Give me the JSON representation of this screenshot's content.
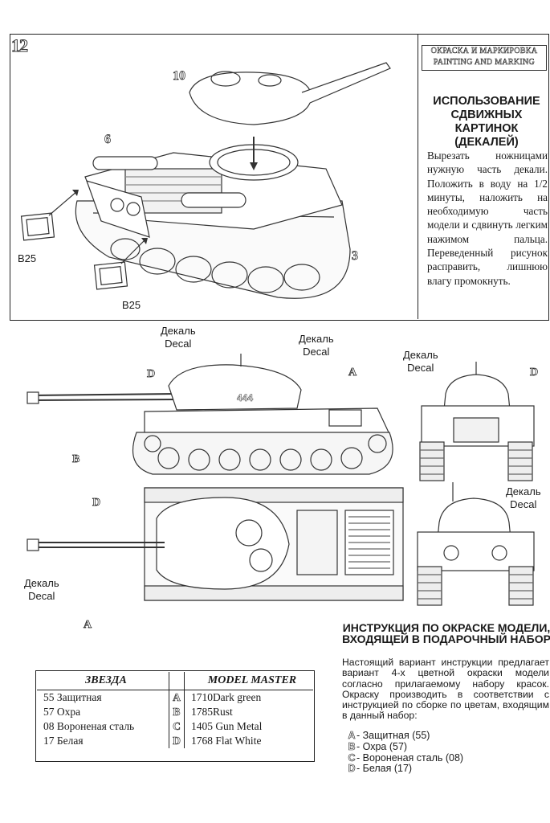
{
  "page_number": "12",
  "header": {
    "line_ru": "ОКРАСКА И МАРКИРОВКА",
    "line_en": "PAINTING AND MARKING"
  },
  "decals": {
    "title": "ИСПОЛЬЗОВАНИЕ СДВИЖНЫХ КАРТИНОК (ДЕКАЛЕЙ)",
    "text": "Вырезать ножницами нужную часть декали. Положить в воду на 1/2 минуты, наложить на необходимую часть модели и сдвинуть легким нажимом пальца. Переведенный рисунок расправить, лишнюю влагу промокнуть."
  },
  "assembly": {
    "step_10": "10",
    "step_6": "6",
    "step_3": "3",
    "part_b25_a": "B25",
    "part_b25_b": "B25"
  },
  "callouts": {
    "decal_ru": "Декаль",
    "decal_en": "Decal",
    "a": "A",
    "b": "B",
    "d": "D",
    "turret_number": "444"
  },
  "painting": {
    "title": "ИНСТРУКЦИЯ ПО ОКРАСКЕ МОДЕЛИ, ВХОДЯЩЕЙ В ПОДАРОЧНЫЙ НАБОР",
    "text": "Настоящий вариант инструкции предлагает вариант 4-х цветной окраски модели согласно прилагаемому набору красок. Окраску производить в соответствии с инструкцией по сборке по цветам, входящим в данный набор:",
    "list": [
      {
        "letter": "A",
        "text": "- Защитная (55)"
      },
      {
        "letter": "B",
        "text": "- Охра (57)"
      },
      {
        "letter": "C",
        "text": "- Вороненая сталь (08)"
      },
      {
        "letter": "D",
        "text": "- Белая (17)"
      }
    ]
  },
  "color_table": {
    "header_left": "ЗВЕЗДА",
    "header_right": "MODEL MASTER",
    "rows": [
      {
        "zvezda": "55 Защитная",
        "letter": "A",
        "mm": "1710Dark green"
      },
      {
        "zvezda": "57 Охра",
        "letter": "B",
        "mm": "1785Rust"
      },
      {
        "zvezda": "08 Вороненая сталь",
        "letter": "C",
        "mm": "1405 Gun Metal"
      },
      {
        "zvezda": "17 Белая",
        "letter": "D",
        "mm": "1768 Flat White"
      }
    ]
  }
}
